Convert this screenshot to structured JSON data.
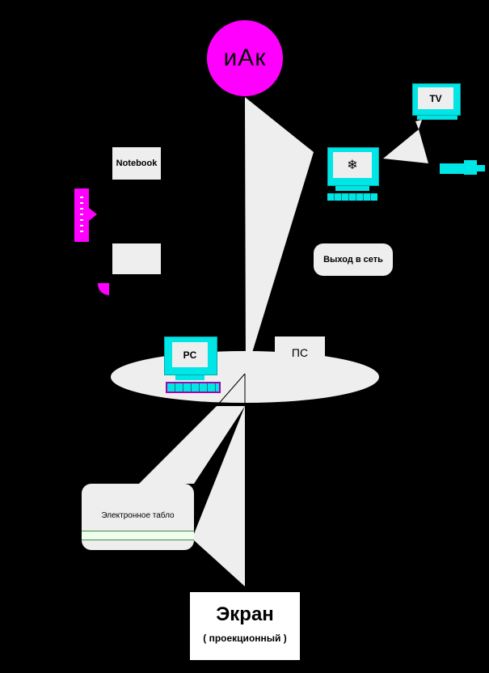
{
  "logo": {
    "text": "иАк"
  },
  "devices": {
    "tv": "TV",
    "computer_top_icon": "snowflake-icon",
    "pc": "PC",
    "ps": "ПС"
  },
  "labels": {
    "notebook": "Notebook",
    "network_exit": "Выход в сеть",
    "electronic_board": "Электронное табло",
    "screen_title": "Экран",
    "screen_subtitle": "( проекционный )"
  },
  "colors": {
    "background": "#000000",
    "accent_magenta": "#ff00ff",
    "monitor_cyan": "#00ffff",
    "panel_gray": "#eeeeee"
  }
}
